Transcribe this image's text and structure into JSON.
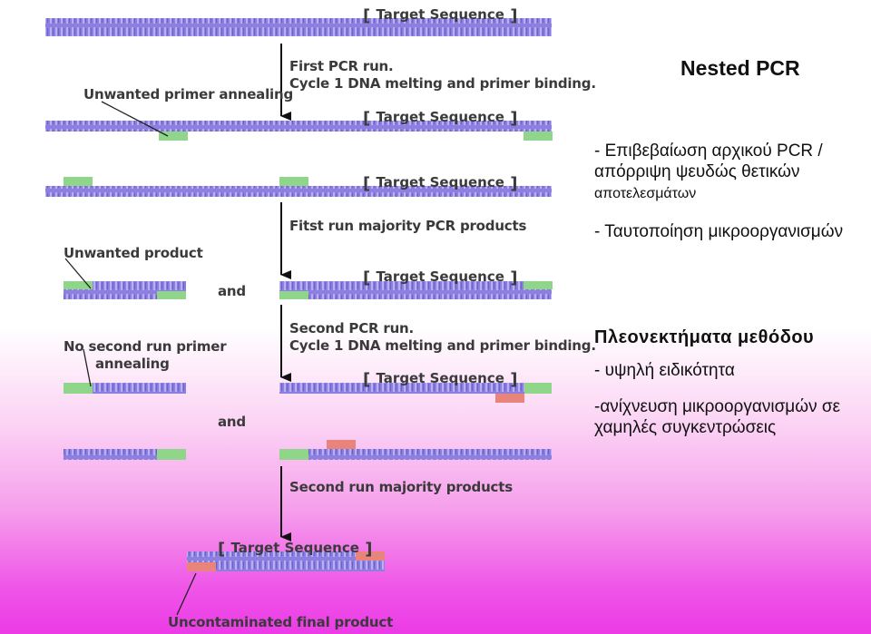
{
  "diagram": {
    "target_sequence": "Target Sequence",
    "first_pcr_run": "First PCR run.",
    "cycle1_melting": "Cycle 1 DNA melting and primer binding.",
    "unwanted_primer_annealing": "Unwanted primer annealing",
    "first_run_products": "Fitst run majority PCR products",
    "unwanted_product": "Unwanted product",
    "and": "and",
    "second_pcr_run": "Second PCR run.",
    "no_second_run_primer_line1": "No second run primer",
    "no_second_run_primer_line2": "annealing",
    "second_run_products": "Second run majority products",
    "uncontaminated_final": "Uncontaminated final product",
    "colors": {
      "dna": "#8c7fe0",
      "dna_dark": "#5a4fc0",
      "primer1": "#8fd68a",
      "primer2": "#e8847c",
      "arrow": "#111111"
    }
  },
  "side": {
    "title": "Nested  PCR",
    "bullet1_line1": "- Επιβεβαίωση αρχικού PCR /",
    "bullet1_line2": "απόρριψη ψευδώς θετικών",
    "bullet1_line3": "αποτελεσμάτων",
    "bullet2": "- Ταυτοποίηση μικροοργανισμών",
    "advantages_heading": "Πλεονεκτήματα μεθόδου",
    "adv1": "- υψηλή ειδικότητα",
    "adv2_line1": "-ανίχνευση μικροοργανισμών σε",
    "adv2_line2": "χαμηλές συγκεντρώσεις"
  }
}
